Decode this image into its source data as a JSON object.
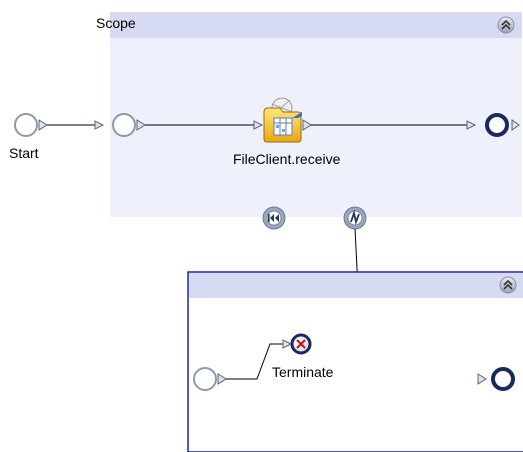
{
  "scope": {
    "title": "Scope",
    "collapse_icon": "double-chevron-up-icon",
    "fault_handler_icon": "rewind-icon",
    "event_handler_icon": "lightning-icon",
    "body_color": "#eef0fb",
    "header_color": "#d6daf3"
  },
  "nodes": {
    "start_label": "Start",
    "task_label": "FileClient.receive",
    "task_icon": "file-client-receive-icon",
    "terminate_label": "Terminate",
    "terminate_icon": "terminate-x-icon"
  },
  "handler_panel": {
    "collapse_icon": "double-chevron-up-icon",
    "border_color": "#1a22a8"
  }
}
